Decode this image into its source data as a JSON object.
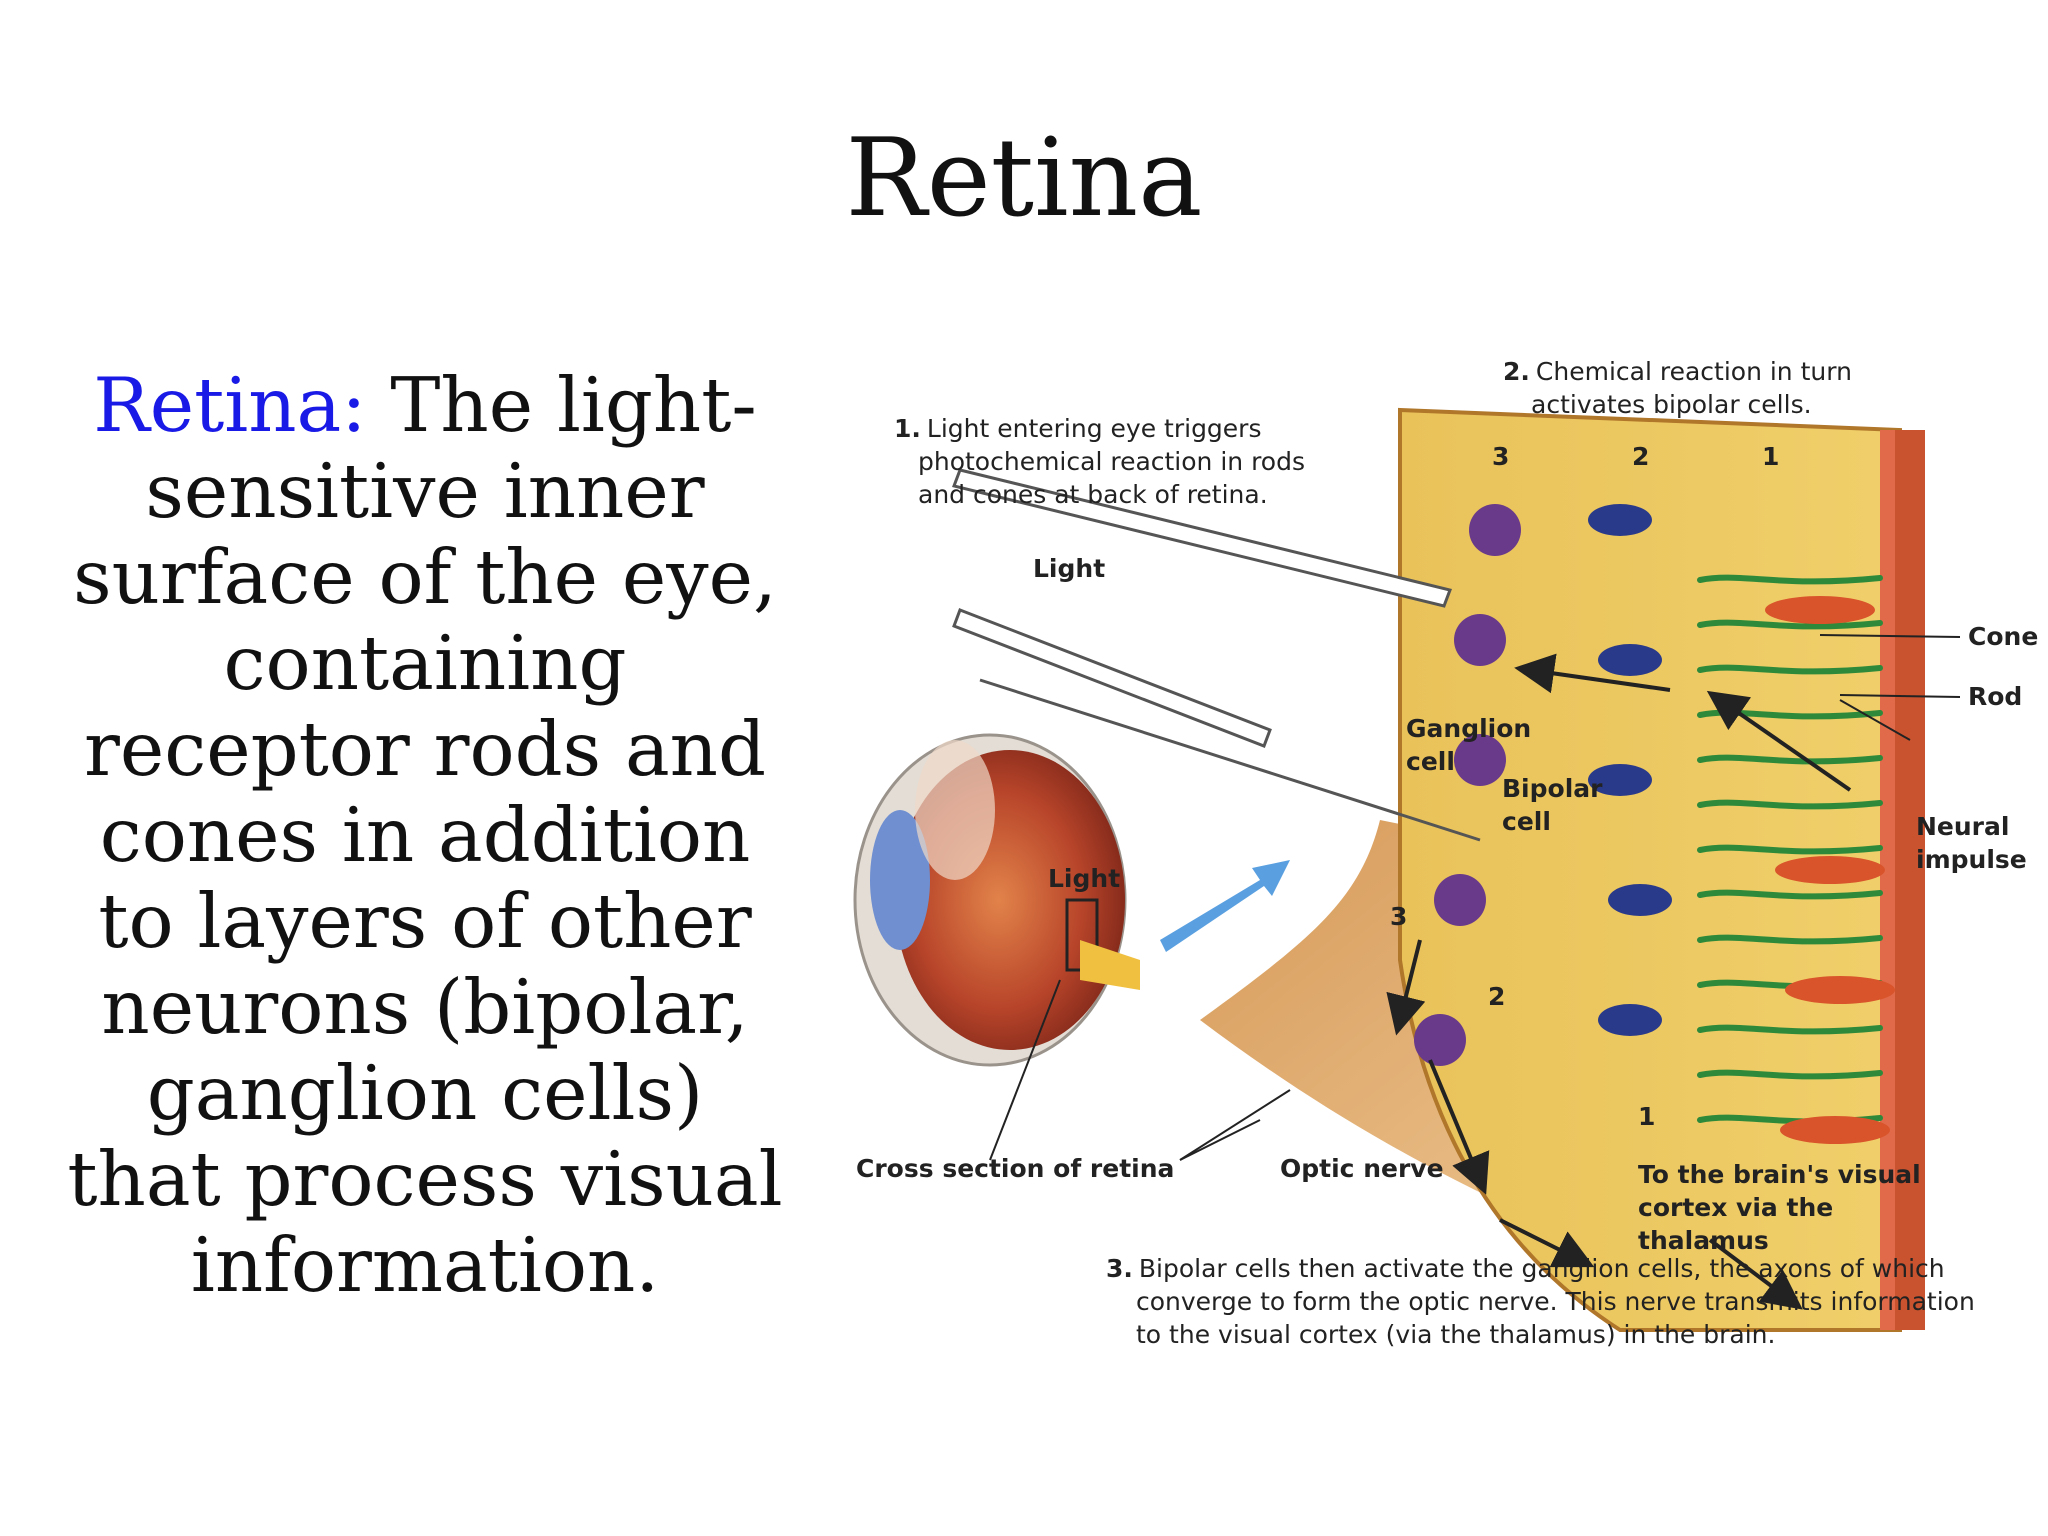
{
  "slide": {
    "title": "Retina",
    "definition": {
      "term": "Retina:",
      "text": "The light-sensitive inner surface of the eye, containing receptor rods and cones in addition to layers of other neurons (bipolar, ganglion cells) that process visual information."
    }
  },
  "figure": {
    "caption_1": {
      "number": "1.",
      "lines": [
        "Light entering eye triggers",
        "photochemical reaction in rods",
        "and cones at back of retina."
      ]
    },
    "caption_2": {
      "number": "2.",
      "lines": [
        "Chemical reaction in turn",
        "activates bipolar cells."
      ]
    },
    "caption_3": {
      "number": "3.",
      "lines": [
        "Bipolar cells then activate the ganglion cells, the axons of which",
        "converge to form the optic nerve. This nerve transmits information",
        "to the visual cortex (via the thalamus) in the brain."
      ]
    },
    "layer_numbers": [
      "3",
      "2",
      "1"
    ],
    "labels": {
      "light": "Light",
      "light_eye": "Light",
      "cone": "Cone",
      "rod": "Rod",
      "neural_impulse": "Neural impulse",
      "ganglion_cell": "Ganglion cell",
      "bipolar_cell": "Bipolar cell",
      "cross_section": "Cross section of retina",
      "optic_nerve": "Optic nerve",
      "to_brain": "To the brain's visual cortex via the thalamus"
    },
    "inline_numbers": [
      "3",
      "2",
      "1"
    ],
    "colors": {
      "term": "#1a1ae6",
      "retina_tissue": "#e8b94a",
      "retina_wall": "#c8532e",
      "cone_cell": "#d9542a",
      "rod_cell": "#2e8a3a",
      "bipolar_cell": "#2a3a8a",
      "ganglion_cell": "#6a3a8a",
      "eyeball": "#b84a2a",
      "arrow": "#5aa0e0"
    }
  }
}
